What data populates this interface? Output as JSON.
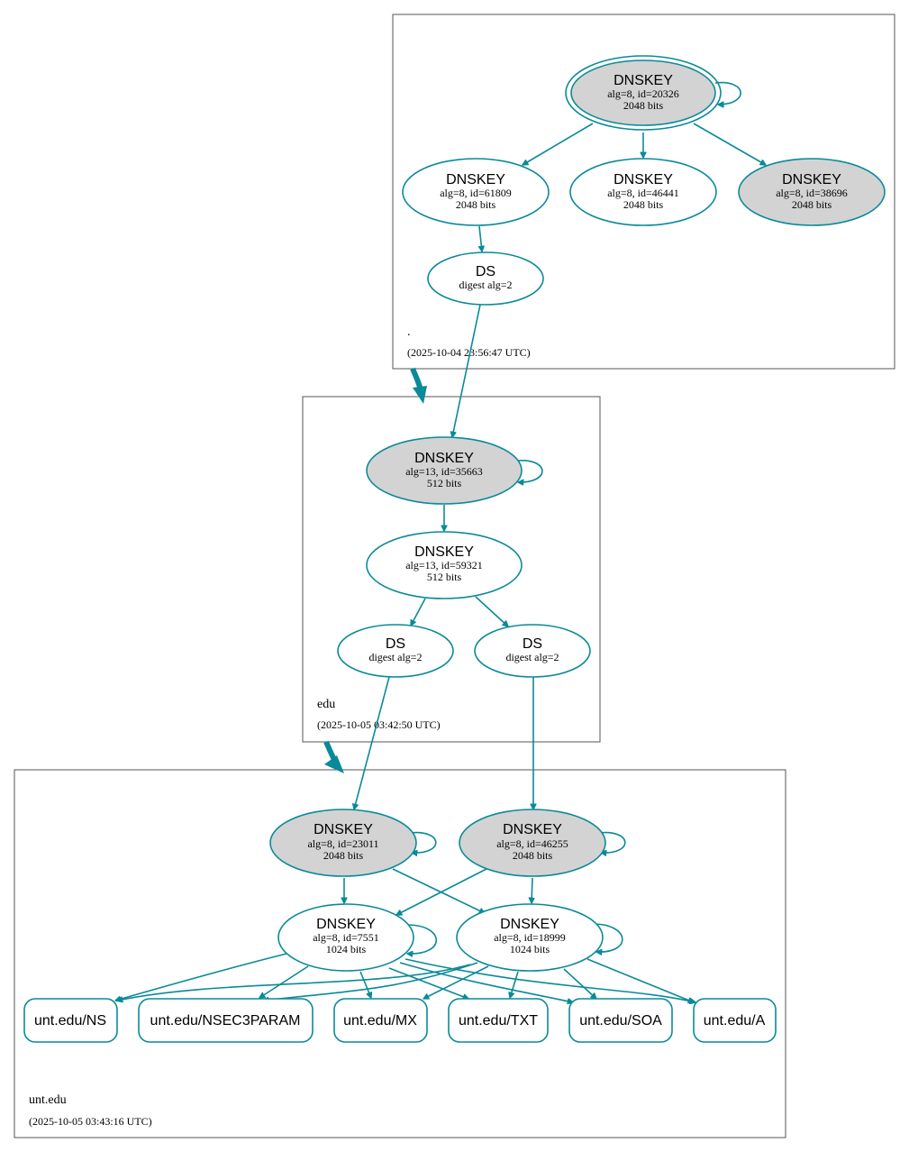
{
  "colors": {
    "edge": "#0a8a99",
    "sep_fill": "#d3d3d3",
    "plain_fill": "#ffffff",
    "zone_border": "#555555"
  },
  "zones": {
    "root": {
      "name": ".",
      "timestamp": "(2025-10-04 23:56:47 UTC)"
    },
    "edu": {
      "name": "edu",
      "timestamp": "(2025-10-05 03:42:50 UTC)"
    },
    "unt": {
      "name": "unt.edu",
      "timestamp": "(2025-10-05 03:43:16 UTC)"
    }
  },
  "nodes": {
    "root_ksk": {
      "type": "DNSKEY",
      "l1": "alg=8, id=20326",
      "l2": "2048 bits",
      "sep": true,
      "trust_anchor": true
    },
    "root_zsk1": {
      "type": "DNSKEY",
      "l1": "alg=8, id=61809",
      "l2": "2048 bits",
      "sep": false
    },
    "root_zsk2": {
      "type": "DNSKEY",
      "l1": "alg=8, id=46441",
      "l2": "2048 bits",
      "sep": false
    },
    "root_key3": {
      "type": "DNSKEY",
      "l1": "alg=8, id=38696",
      "l2": "2048 bits",
      "sep": true
    },
    "edu_ds": {
      "type": "DS",
      "l1": "digest alg=2"
    },
    "edu_ksk": {
      "type": "DNSKEY",
      "l1": "alg=13, id=35663",
      "l2": "512 bits",
      "sep": true
    },
    "edu_zsk": {
      "type": "DNSKEY",
      "l1": "alg=13, id=59321",
      "l2": "512 bits",
      "sep": false
    },
    "unt_ds1": {
      "type": "DS",
      "l1": "digest alg=2"
    },
    "unt_ds2": {
      "type": "DS",
      "l1": "digest alg=2"
    },
    "unt_ksk1": {
      "type": "DNSKEY",
      "l1": "alg=8, id=23011",
      "l2": "2048 bits",
      "sep": true
    },
    "unt_ksk2": {
      "type": "DNSKEY",
      "l1": "alg=8, id=46255",
      "l2": "2048 bits",
      "sep": true
    },
    "unt_zsk1": {
      "type": "DNSKEY",
      "l1": "alg=8, id=7551",
      "l2": "1024 bits",
      "sep": false
    },
    "unt_zsk2": {
      "type": "DNSKEY",
      "l1": "alg=8, id=18999",
      "l2": "1024 bits",
      "sep": false
    }
  },
  "records": {
    "ns": "unt.edu/NS",
    "nsec3param": "unt.edu/NSEC3PARAM",
    "mx": "unt.edu/MX",
    "txt": "unt.edu/TXT",
    "soa": "unt.edu/SOA",
    "a": "unt.edu/A"
  },
  "edges": [
    [
      "root_ksk",
      "root_zsk1"
    ],
    [
      "root_ksk",
      "root_zsk2"
    ],
    [
      "root_ksk",
      "root_key3"
    ],
    [
      "root_zsk1",
      "edu_ds"
    ],
    [
      "edu_ds",
      "edu_ksk"
    ],
    [
      "edu_ksk",
      "edu_zsk"
    ],
    [
      "edu_zsk",
      "unt_ds1"
    ],
    [
      "edu_zsk",
      "unt_ds2"
    ],
    [
      "unt_ds1",
      "unt_ksk1"
    ],
    [
      "unt_ds2",
      "unt_ksk2"
    ],
    [
      "unt_ksk1",
      "unt_zsk1"
    ],
    [
      "unt_ksk1",
      "unt_zsk2"
    ],
    [
      "unt_ksk2",
      "unt_zsk1"
    ],
    [
      "unt_ksk2",
      "unt_zsk2"
    ],
    [
      "unt_zsk1",
      "ns"
    ],
    [
      "unt_zsk1",
      "nsec3param"
    ],
    [
      "unt_zsk1",
      "mx"
    ],
    [
      "unt_zsk1",
      "txt"
    ],
    [
      "unt_zsk1",
      "soa"
    ],
    [
      "unt_zsk1",
      "a"
    ],
    [
      "unt_zsk2",
      "ns"
    ],
    [
      "unt_zsk2",
      "nsec3param"
    ],
    [
      "unt_zsk2",
      "mx"
    ],
    [
      "unt_zsk2",
      "txt"
    ],
    [
      "unt_zsk2",
      "soa"
    ],
    [
      "unt_zsk2",
      "a"
    ]
  ],
  "self_loops": [
    "root_ksk",
    "edu_ksk",
    "unt_ksk1",
    "unt_ksk2",
    "unt_zsk1",
    "unt_zsk2"
  ],
  "delegations": [
    [
      "root",
      "edu"
    ],
    [
      "edu",
      "unt"
    ]
  ]
}
